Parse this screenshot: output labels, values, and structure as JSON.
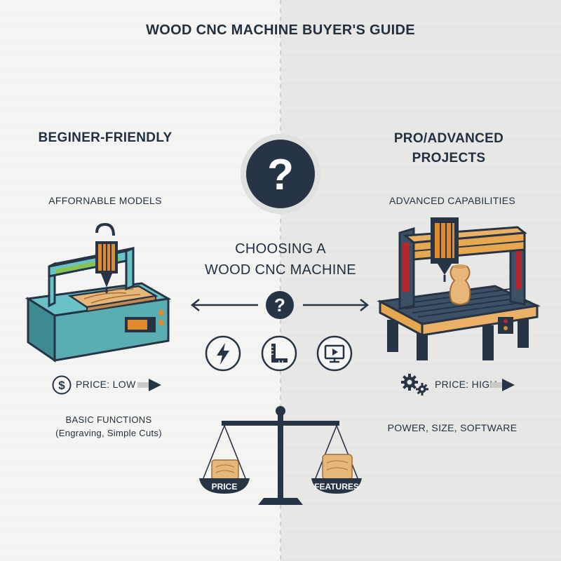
{
  "title": "WOOD CNC MACHINE BUYER'S GUIDE",
  "left": {
    "heading": "BEGINER-FRIENDLY",
    "subheading": "AFFORNABLE MODELS",
    "price": "PRICE: LOW",
    "functions_line1": "BASIC FUNCTIONS",
    "functions_line2": "(Engraving, Simple Cuts)"
  },
  "right": {
    "heading_line1": "PRO/ADVANCED",
    "heading_line2": "PROJECTS",
    "subheading": "ADVANCED CAPABILITIES",
    "price": "PRICE: HIGH",
    "factors": "POWER, SIZE, SOFTWARE"
  },
  "center": {
    "line1": "CHOOSING A",
    "line2": "WOOD CNC MACHINE"
  },
  "scale": {
    "left_pan": "PRICE",
    "right_pan": "FEATURES"
  },
  "colors": {
    "navy": "#263445",
    "teal": "#69c3c6",
    "orange": "#e08a2e",
    "wood": "#e7b77a",
    "red": "#b5272d"
  },
  "icons": [
    "question-icon",
    "lightning-icon",
    "ruler-icon",
    "monitor-play-icon",
    "dollar-icon",
    "gears-icon",
    "arrow-right-icon"
  ]
}
